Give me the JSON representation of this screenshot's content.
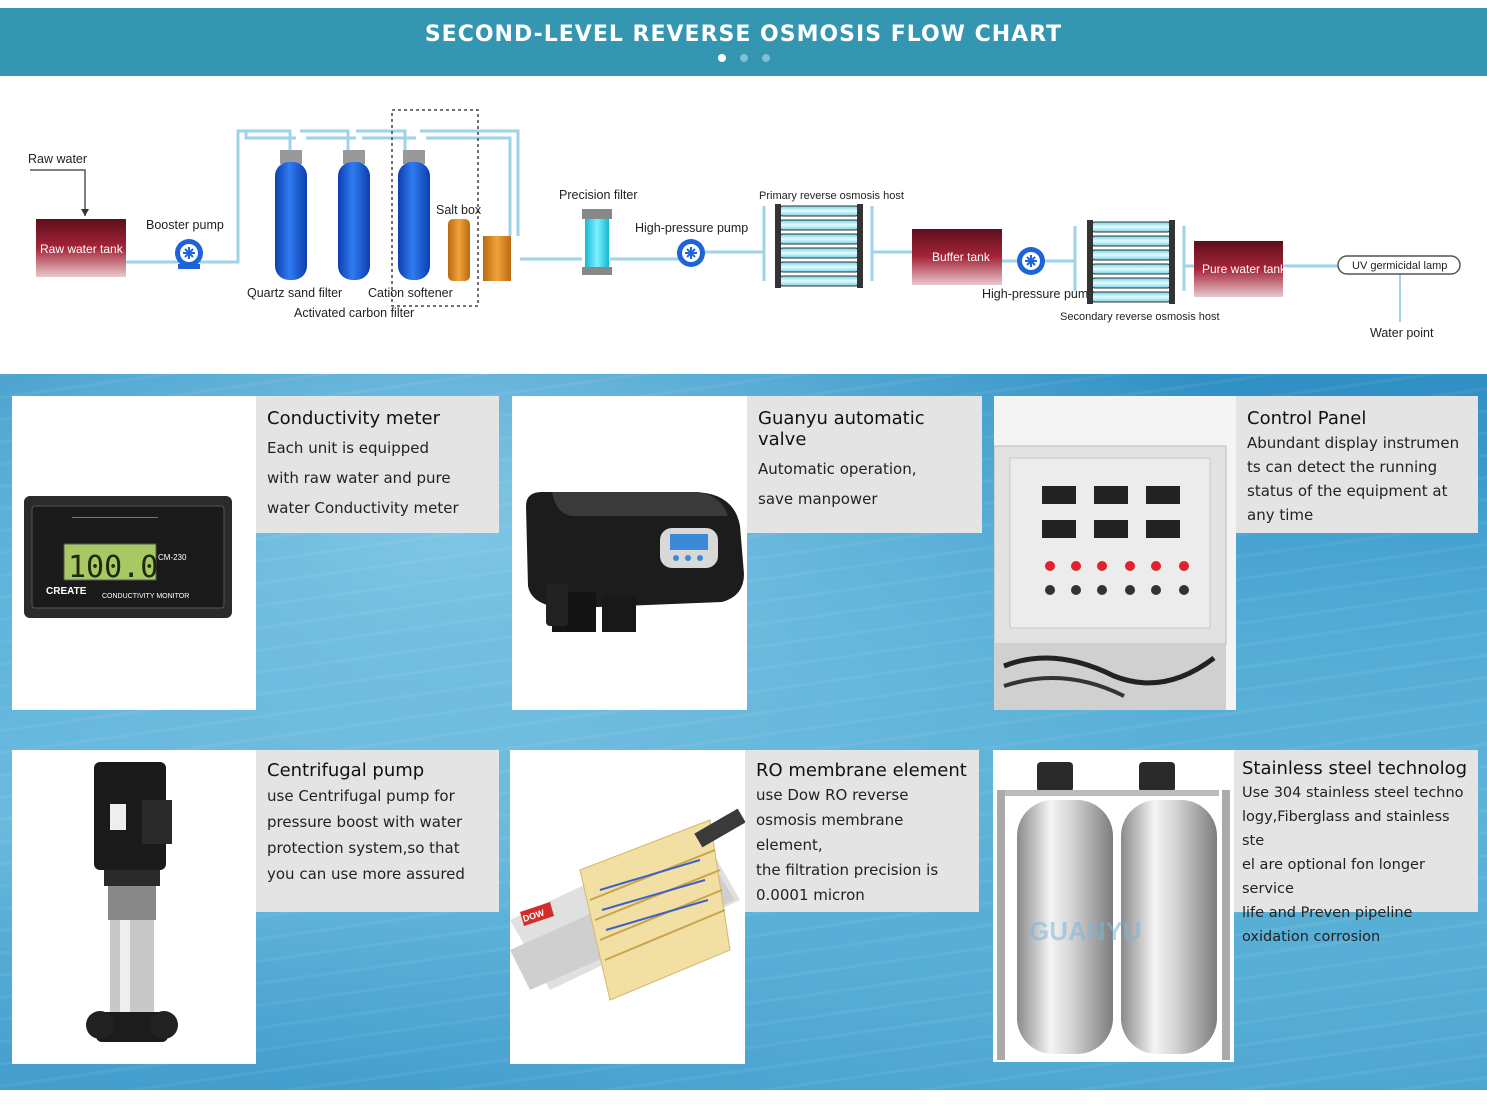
{
  "banner": {
    "title": "SECOND-LEVEL REVERSE OSMOSIS FLOW CHART",
    "slides": 3,
    "active_slide": 1
  },
  "flow": {
    "raw_water": "Raw water",
    "raw_water_tank": "Raw water tank",
    "booster_pump": "Booster pump",
    "quartz_sand_filter": "Quartz sand filter",
    "activated_carbon_filter": "Activated carbon filter",
    "cation_softener": "Cation softener",
    "salt_box": "Salt box",
    "precision_filter": "Precision filter",
    "high_pressure_pump_1": "High-pressure pump",
    "primary_ro_host": "Primary reverse osmosis host",
    "buffer_tank": "Buffer tank",
    "high_pressure_pump_2": "High-pressure pump",
    "secondary_ro_host": "Secondary reverse osmosis host",
    "pure_water_tank": "Pure water tank",
    "uv_lamp": "UV germicidal lamp",
    "water_point": "Water point"
  },
  "colors": {
    "banner": "#3596b2",
    "pipe": "#9fd3ea",
    "tank_red": "#8e1b2c",
    "vessel_blue": "#1e64d8",
    "card_text_bg": "#e4e4e4"
  },
  "cards": [
    {
      "title": "Conductivity meter",
      "body": "Each unit is equipped\nwith raw water and pure\nwater Conductivity meter",
      "icon": "conductivity-meter-image",
      "meter_reading": "100.0",
      "meter_model": "CM-230",
      "meter_brand": "CREATE",
      "meter_caption": "CONDUCTIVITY MONITOR"
    },
    {
      "title": "Guanyu automatic valve",
      "body": "Automatic operation,\nsave manpower",
      "icon": "automatic-valve-image"
    },
    {
      "title": "Control Panel",
      "body": "Abundant display instrumen\nts can detect the running\nstatus of the equipment at\nany time",
      "icon": "control-panel-image"
    },
    {
      "title": "Centrifugal pump",
      "body": "use Centrifugal pump for\npressure boost with water\nprotection system,so that\nyou can use more assured",
      "icon": "centrifugal-pump-image"
    },
    {
      "title": "RO membrane element",
      "body": "use Dow RO reverse\nosmosis membrane element,\nthe filtration precision is\n0.0001 micron",
      "icon": "ro-membrane-image",
      "brand": "DOW"
    },
    {
      "title": "Stainless steel technolog",
      "body": "Use 304 stainless steel techno\nlogy,Fiberglass and stainless ste\nel are optional fon longer service\nlife and Preven pipeline\noxidation corrosion",
      "icon": "stainless-steel-tanks-image",
      "watermark": "GUANYU"
    }
  ]
}
